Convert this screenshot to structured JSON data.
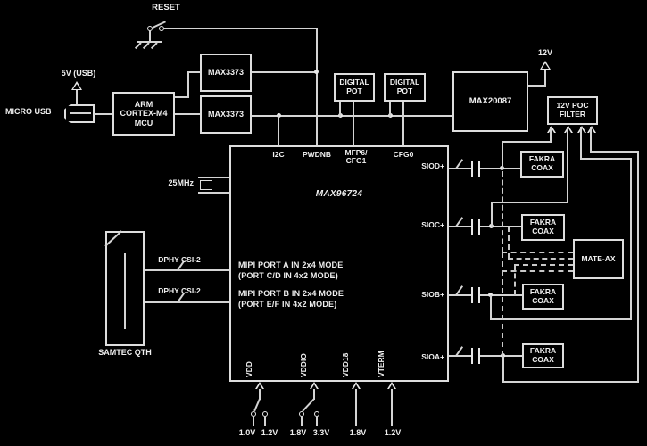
{
  "colors": {
    "background": "#000000",
    "line": "#d4d4d4",
    "text": "#f0f0f0"
  },
  "mcu_section": {
    "reset": "RESET",
    "usb_5v": "5V (USB)",
    "micro_usb": "MICRO USB",
    "mcu": "ARM\nCORTEX-M4\nMCU",
    "level_shifter_top": "MAX3373",
    "level_shifter_bottom": "MAX3373",
    "crystal": "25MHz"
  },
  "pots": {
    "pot1": "DIGITAL\nPOT",
    "pot2": "DIGITAL\nPOT"
  },
  "power": {
    "protector": "MAX20087",
    "supply_12v": "12V",
    "poc_filter": "12V POC\nFILTER"
  },
  "deserializer": {
    "name": "MAX96724",
    "pins_top": {
      "i2c": "I2C",
      "pwdnb": "PWDNB",
      "mfp6_cfg1": "MFP6/\nCFG1",
      "cfg0": "CFG0"
    },
    "pins_right": {
      "siod": "SIOD+",
      "sioc": "SIOC+",
      "siob": "SIOB+",
      "sioa": "SIOA+"
    },
    "pins_bottom": {
      "vdd": "VDD",
      "vddio": "VDDIO",
      "vdd18": "VDD18",
      "vterm": "VTERM"
    },
    "mipi_a_line1": "MIPI PORT A IN 2x4 MODE",
    "mipi_a_line2": "(PORT C/D IN 4x2 MODE)",
    "mipi_b_line1": "MIPI PORT B IN 2x4 MODE",
    "mipi_b_line2": "(PORT E/F IN 4x2 MODE)"
  },
  "host": {
    "connector": "SAMTEC QTH",
    "dphy1": "DPHY CSI-2",
    "dphy2": "DPHY CSI-2"
  },
  "supplies": {
    "vdd_opt1": "1.0V",
    "vdd_opt2": "1.2V",
    "vddio_opt1": "1.8V",
    "vddio_opt2": "3.3V",
    "vdd18": "1.8V",
    "vterm": "1.2V"
  },
  "connectors": {
    "fakra1": "FAKRA\nCOAX",
    "fakra2": "FAKRA\nCOAX",
    "fakra3": "FAKRA\nCOAX",
    "fakra4": "FAKRA\nCOAX",
    "mate_ax": "MATE-AX"
  }
}
